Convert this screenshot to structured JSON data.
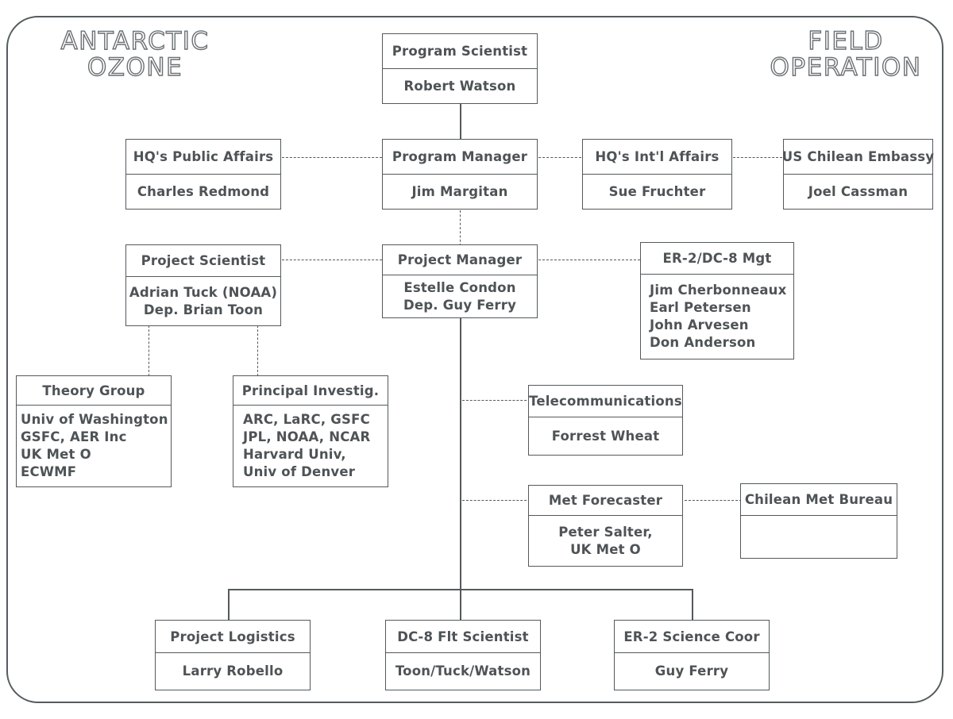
{
  "diagram": {
    "title_left": "ANTARCTIC\nOZONE",
    "title_right": "FIELD\nOPERATION",
    "line_color": "#54595c",
    "text_color": "#4e5356"
  },
  "nodes": {
    "program_scientist": {
      "role": "Program Scientist",
      "people": "Robert Watson"
    },
    "program_manager": {
      "role": "Program Manager",
      "people": "Jim Margitan"
    },
    "hq_public_affairs": {
      "role": "HQ's Public Affairs",
      "people": "Charles Redmond"
    },
    "hq_intl_affairs": {
      "role": "HQ's Int'l Affairs",
      "people": "Sue Fruchter"
    },
    "us_chilean_embassy": {
      "role": "US Chilean Embassy",
      "people": "Joel Cassman"
    },
    "project_scientist": {
      "role": "Project Scientist",
      "people": "Adrian Tuck (NOAA)\nDep. Brian Toon"
    },
    "project_manager": {
      "role": "Project Manager",
      "people": "Estelle Condon\nDep. Guy Ferry"
    },
    "er2_dc8_mgt": {
      "role": "ER‑2/DC‑8 Mgt",
      "people": "Jim Cherbonneaux\nEarl Petersen\nJohn Arvesen\nDon Anderson"
    },
    "theory_group": {
      "role": "Theory Group",
      "people": "Univ of Washington\nGSFC, AER Inc\nUK Met O\nECWMF"
    },
    "principal_investig": {
      "role": "Principal Investig.",
      "people": "ARC, LaRC, GSFC\nJPL, NOAA, NCAR\nHarvard Univ,\nUniv of Denver"
    },
    "telecommunications": {
      "role": "Telecommunications",
      "people": "Forrest Wheat"
    },
    "met_forecaster": {
      "role": "Met Forecaster",
      "people": "Peter Salter,\nUK Met O"
    },
    "chilean_met_bureau": {
      "role": "Chilean Met Bureau",
      "people": ""
    },
    "project_logistics": {
      "role": "Project Logistics",
      "people": "Larry Robello"
    },
    "dc8_flt_scientist": {
      "role": "DC‑8 Flt Scientist",
      "people": "Toon/Tuck/Watson"
    },
    "er2_science_coor": {
      "role": "ER‑2 Science Coor",
      "people": "Guy Ferry"
    }
  }
}
